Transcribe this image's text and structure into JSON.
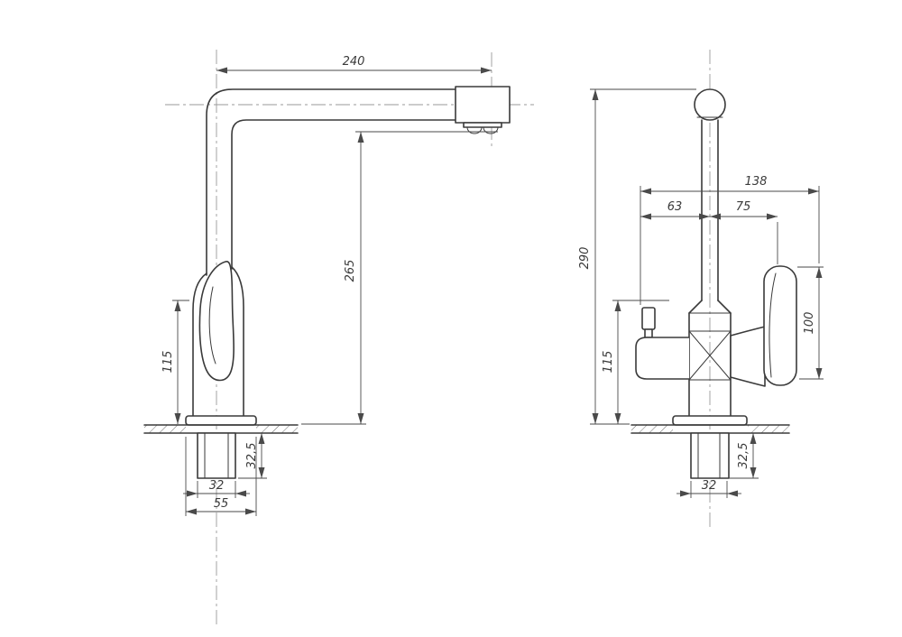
{
  "drawing": {
    "line_color": "#3a3a3a",
    "centerline_color": "#9a9a9a",
    "side_view": {
      "dim_reach": "240",
      "dim_outlet_height": "265",
      "dim_body_height": "115",
      "dim_shank_length": "32,5",
      "dim_shank_width": "32",
      "dim_flange_width": "55"
    },
    "front_view": {
      "dim_total_height": "290",
      "dim_overall_width": "138",
      "dim_left_offset": "63",
      "dim_right_offset": "75",
      "dim_lever_height": "100",
      "dim_body_height": "115",
      "dim_shank_length": "32,5",
      "dim_shank_width": "32"
    }
  }
}
